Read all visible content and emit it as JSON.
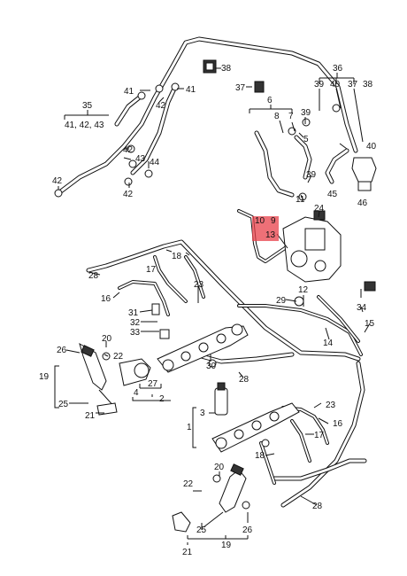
{
  "highlight_color": "#e8404a",
  "labels": {
    "l36": "36",
    "l38a": "38",
    "l39a": "39",
    "l40a": "40",
    "l37a": "37",
    "l38b": "38",
    "l37b": "37",
    "l41a": "41",
    "l41b": "41",
    "l42a": "42",
    "l35": "35",
    "l41_42_43": "41, 42, 43",
    "l6": "6",
    "l8": "8",
    "l7": "7",
    "l39b": "39",
    "l5": "5",
    "l40b": "40",
    "l42b": "42",
    "l43": "43",
    "l44": "44",
    "l42c": "42",
    "l42d": "42",
    "l45": "45",
    "l46": "46",
    "l39c": "39",
    "l11": "11",
    "l24": "24",
    "l10": "10",
    "l9": "9",
    "l13": "13",
    "l18a": "18",
    "l17a": "17",
    "l28a": "28",
    "l23a": "23",
    "l16a": "16",
    "l31": "31",
    "l32": "32",
    "l33": "33",
    "l12": "12",
    "l29": "29",
    "l34": "34",
    "l15": "15",
    "l14": "14",
    "l20a": "20",
    "l22a": "22",
    "l26a": "26",
    "l19a": "19",
    "l30": "30",
    "l27": "27",
    "l4": "4",
    "l2": "2",
    "l25a": "25",
    "l21a": "21",
    "l28b": "28",
    "l3": "3",
    "l1": "1",
    "l23b": "23",
    "l16b": "16",
    "l17b": "17",
    "l18b": "18",
    "l20b": "20",
    "l22b": "22",
    "l28c": "28",
    "l25b": "25",
    "l26b": "26",
    "l21b": "21",
    "l19b": "19"
  }
}
